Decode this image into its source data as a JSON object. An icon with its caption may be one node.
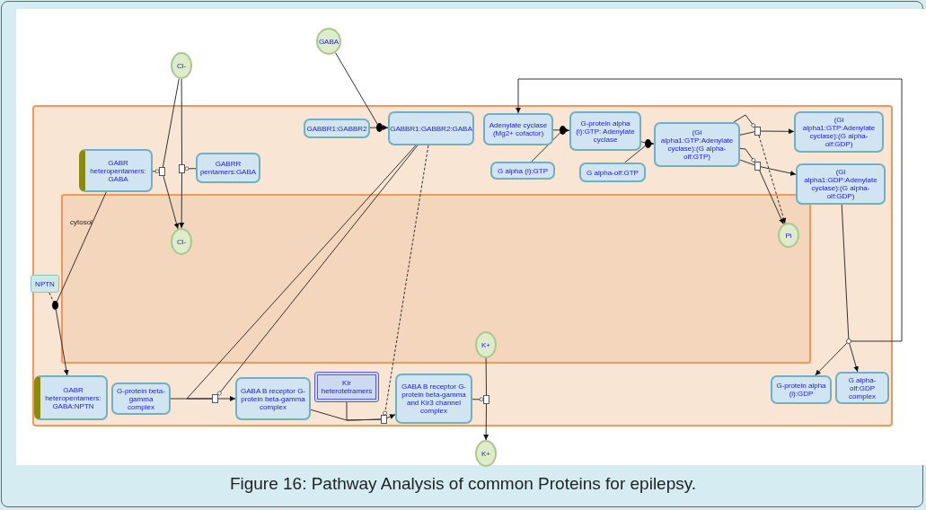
{
  "diagram": {
    "caption": "Figure 16: Pathway Analysis of common Proteins for epilepsy.",
    "nodes": [
      {
        "text": [],
        "shape": "box"
      },
      {
        "text": [
          "cytosol"
        ],
        "in": 0
      },
      {
        "text": [
          "Cl-"
        ]
      },
      {
        "text": [
          "GABA"
        ]
      },
      {
        "text": [
          "GABR heteropentamers: GABA"
        ],
        "in": 0
      },
      {
        "text": [
          "GABRR pentamers:GABA"
        ],
        "in": 0
      },
      {
        "text": [
          "GABBR1:GABBR2"
        ],
        "in": 0
      },
      {
        "text": [
          "GABBR1:GABBR2:GABA"
        ],
        "in": 0
      },
      {
        "text": [
          "Adenylate cyclase (Mg2+ cofactor)"
        ],
        "in": 0
      },
      {
        "text": [
          "G-protein alpha (i):GTP: Adenylate cyclase"
        ],
        "in": 0
      },
      {
        "text": [
          "(Gi alpha1:GTP:Adenylate cyclase):(G alpha-olf:GTP)"
        ],
        "in": 0
      },
      {
        "text": [
          "(Gi alpha1:GTP:Adenylate cyclase):(G alpha-olf:GDP)"
        ],
        "in": 0
      },
      {
        "text": [
          "G alpha (i):GTP"
        ],
        "in": 0
      },
      {
        "text": [
          "G alpha-olf:GTP"
        ],
        "in": 0
      },
      {
        "text": [
          "(Gi alpha1:GDP:Adenylate cyclase):(G alpha-olf:GDP)"
        ],
        "in": 0
      },
      {
        "text": [
          "Cl-"
        ],
        "in": 1
      },
      {
        "text": [
          "Pi"
        ],
        "in": 1
      },
      {
        "text": [
          "NPTN"
        ],
        "in": 0
      },
      {
        "text": [
          "GABR heteropentamers: GABA:NPTN"
        ],
        "in": 0
      },
      {
        "text": [
          "G-protein beta-gamma complex"
        ],
        "in": 0
      },
      {
        "text": [
          "GABA B receptor G-protein beta-gamma complex"
        ],
        "in": 0
      },
      {
        "text": [
          "Kir heterotetramers"
        ],
        "in": 0
      },
      {
        "text": [
          "GABA B receptor G-protein beta-gamma and Kir3 channel complex"
        ],
        "in": 0
      },
      {
        "text": [
          "K+"
        ],
        "in": 1
      },
      {
        "text": [
          "K+"
        ]
      },
      {
        "text": [
          "G-protein alpha (i):GDP"
        ],
        "in": 0
      },
      {
        "text": [
          "G alpha-olf:GDP complex"
        ],
        "in": 0
      },
      {
        "text": [],
        "shape": "box",
        "in": 0
      },
      {
        "text": [],
        "shape": "box",
        "in": 0
      },
      {
        "text": [],
        "shape": "circle",
        "in": 0
      },
      {
        "text": [],
        "shape": "circle",
        "in": 0
      },
      {
        "text": [],
        "shape": "circle",
        "in": 0
      },
      {
        "text": [],
        "shape": "box",
        "in": 0
      },
      {
        "text": [],
        "shape": "box",
        "in": 0
      },
      {
        "text": [],
        "shape": "circle",
        "in": 0
      },
      {
        "text": [],
        "shape": "circle",
        "in": 0
      },
      {
        "text": [],
        "shape": "box",
        "in": 0
      },
      {
        "text": [],
        "shape": "box",
        "in": 0
      },
      {
        "text": [],
        "shape": "box",
        "in": 0
      }
    ],
    "edges": [
      {
        "from": 2,
        "to": 27,
        "arrow": "none"
      },
      {
        "from": 27,
        "to": 15,
        "arrow": "to"
      },
      {
        "from": 4,
        "to": 27,
        "arrow": "other"
      },
      {
        "from": 2,
        "to": 28,
        "arrow": "none"
      },
      {
        "from": 28,
        "to": 15,
        "arrow": "to"
      },
      {
        "from": 5,
        "to": 28,
        "arrow": "other"
      },
      {
        "from": 3,
        "to": 29,
        "arrow": "none"
      },
      {
        "from": 6,
        "to": 29,
        "arrow": "none"
      },
      {
        "from": 29,
        "to": 7,
        "arrow": "to"
      },
      {
        "from": 8,
        "to": 30,
        "arrow": "none"
      },
      {
        "from": 12,
        "to": 30,
        "arrow": "none"
      },
      {
        "from": 30,
        "to": 9,
        "arrow": "to"
      },
      {
        "from": 9,
        "to": 31,
        "arrow": "none"
      },
      {
        "from": 13,
        "to": 31,
        "arrow": "none"
      },
      {
        "from": 31,
        "to": 10,
        "arrow": "to"
      },
      {
        "from": 10,
        "to": 32,
        "arrow": "none"
      },
      {
        "from": 32,
        "to": 11,
        "arrow": "to"
      },
      {
        "from": 32,
        "to": 16,
        "arrow": "to",
        "style": "dashed"
      },
      {
        "from": 10,
        "to": 32,
        "arrow": "other"
      },
      {
        "from": 10,
        "to": 33,
        "arrow": "none"
      },
      {
        "from": 33,
        "to": 14,
        "arrow": "to"
      },
      {
        "from": 33,
        "to": 16,
        "arrow": "to"
      },
      {
        "from": 10,
        "to": 33,
        "arrow": "other"
      },
      {
        "from": 14,
        "to": 34,
        "arrow": "none"
      },
      {
        "from": 34,
        "to": 25,
        "arrow": "to"
      },
      {
        "from": 34,
        "to": 26,
        "arrow": "to"
      },
      {
        "from": 34,
        "to": 8,
        "arrow": "to"
      },
      {
        "from": 4,
        "to": 35,
        "arrow": "none"
      },
      {
        "from": 17,
        "to": 35,
        "arrow": "none",
        "style": "dashed"
      },
      {
        "from": 35,
        "to": 18,
        "arrow": "to"
      },
      {
        "from": 19,
        "to": 36,
        "arrow": "none"
      },
      {
        "from": 7,
        "to": 36,
        "arrow": "none"
      },
      {
        "from": 7,
        "to": 36,
        "arrow": "other"
      },
      {
        "from": 36,
        "to": 20,
        "arrow": "to"
      },
      {
        "from": 20,
        "to": 37,
        "arrow": "none"
      },
      {
        "from": 21,
        "to": 37,
        "arrow": "none"
      },
      {
        "from": 7,
        "to": 37,
        "arrow": "other",
        "style": "dashed"
      },
      {
        "from": 37,
        "to": 22,
        "arrow": "to"
      },
      {
        "from": 23,
        "to": 38,
        "arrow": "none"
      },
      {
        "from": 38,
        "to": 24,
        "arrow": "to"
      },
      {
        "from": 22,
        "to": 38,
        "arrow": "other"
      }
    ]
  }
}
